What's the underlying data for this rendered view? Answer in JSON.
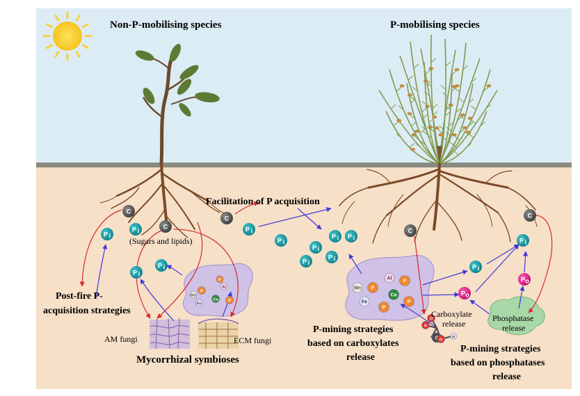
{
  "headings": {
    "left_species": "Non-P-mobilising species",
    "right_species": "P-mobilising species",
    "facilitation": "Facilitation of P acquisition",
    "postfire_line1": "Post-fire P-",
    "postfire_line2": "acquisition strategies",
    "mycorrhizal": "Mycorrhizal symbioses",
    "carbox_line1": "P-mining strategies",
    "carbox_line2": "based on carboxylates",
    "carbox_line3": "release",
    "phosph_line1": "P-mining strategies",
    "phosph_line2": "based on phosphatases",
    "phosph_line3": "release"
  },
  "labels": {
    "sugars": "(Sugars and lipids)",
    "am_fungi": "AM fungi",
    "ecm_fungi": "ECM fungi",
    "carboxylate_line1": "Carboxylate",
    "carboxylate_line2": "release",
    "phosphatase_line1": "Phosphatase",
    "phosphatase_line2": "release"
  },
  "symbols": {
    "carbon": "C",
    "pi": "P",
    "pi_sub": "i",
    "po": "P",
    "po_sub": "o",
    "phosphorus": "P",
    "aluminium": "Al",
    "iron": "Fe",
    "calcium": "Ca",
    "manganese": "Mn",
    "oxygen": "O",
    "hydrogen": "H"
  },
  "colors": {
    "sky": "#dcecf5",
    "soil": "#f6e0c8",
    "ground_line": "#8a8a80",
    "sun": "#f7d13a",
    "pi_fill": "#139aa5",
    "po_fill": "#e4168d",
    "carbon_fill": "#5c5c5c",
    "red_arrow": "#d42a2a",
    "blue_arrow": "#4338d8",
    "root": "#7a4a26",
    "mineral_blob": "#cfc2e6",
    "phosphatase_blob": "#a8d8a8"
  },
  "icons": [
    "sun-icon",
    "carbon-atom-icon",
    "phosphate-ion-icon",
    "organic-phosphate-icon",
    "mineral-particle-icon",
    "phosphatase-enzyme-icon",
    "carboxylate-molecule-icon",
    "mycorrhizal-hyphae-icon"
  ]
}
